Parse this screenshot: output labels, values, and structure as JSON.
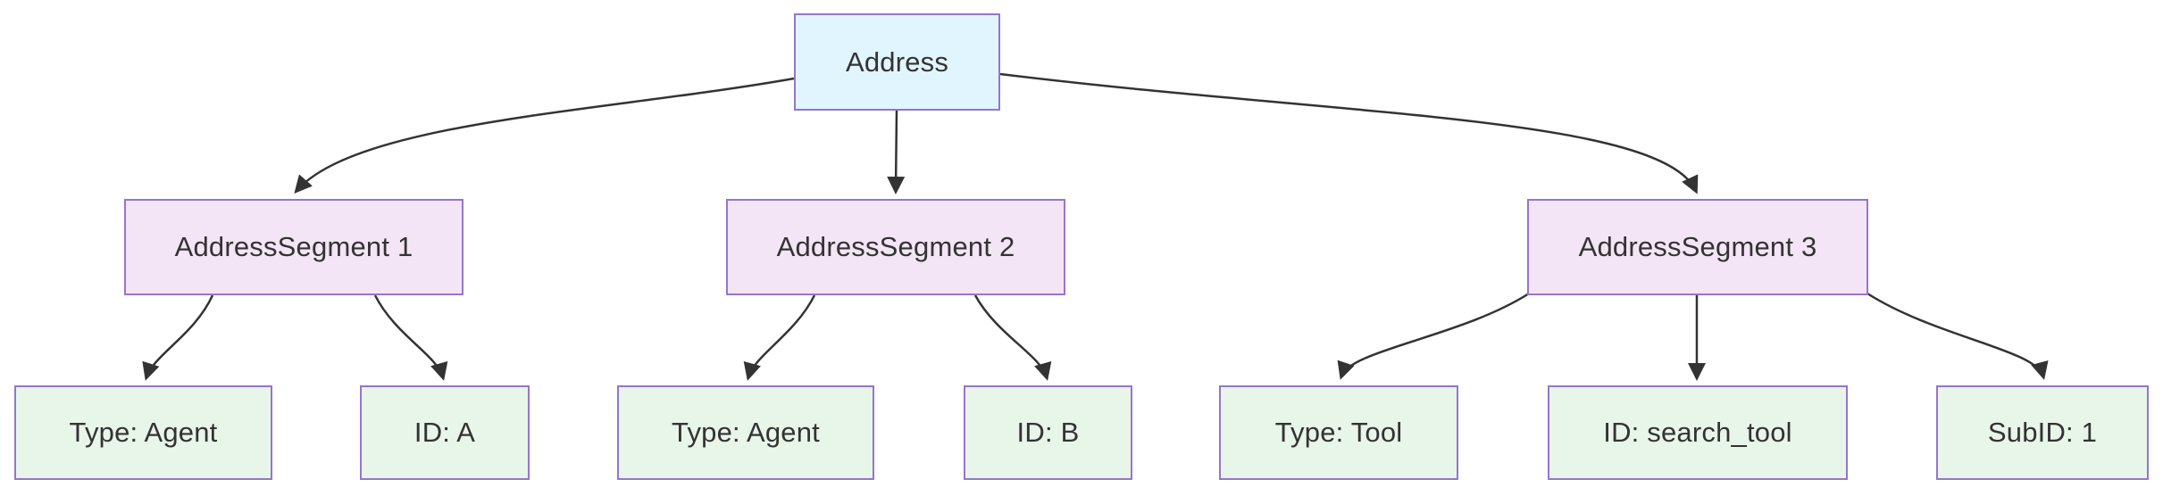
{
  "diagram": {
    "kind": "tree-flowchart",
    "root": {
      "label": "Address"
    },
    "segments": [
      {
        "label": "AddressSegment 1",
        "children": [
          {
            "label": "Type: Agent"
          },
          {
            "label": "ID: A"
          }
        ]
      },
      {
        "label": "AddressSegment 2",
        "children": [
          {
            "label": "Type: Agent"
          },
          {
            "label": "ID: B"
          }
        ]
      },
      {
        "label": "AddressSegment 3",
        "children": [
          {
            "label": "Type: Tool"
          },
          {
            "label": "ID: search_tool"
          },
          {
            "label": "SubID: 1"
          }
        ]
      }
    ],
    "colors": {
      "root_fill": "#e1f5fe",
      "segment_fill": "#f3e5f5",
      "leaf_fill": "#e8f5e9",
      "node_border": "#9575cd",
      "edge_stroke": "#333333",
      "text": "#333333",
      "background": "#ffffff"
    }
  }
}
